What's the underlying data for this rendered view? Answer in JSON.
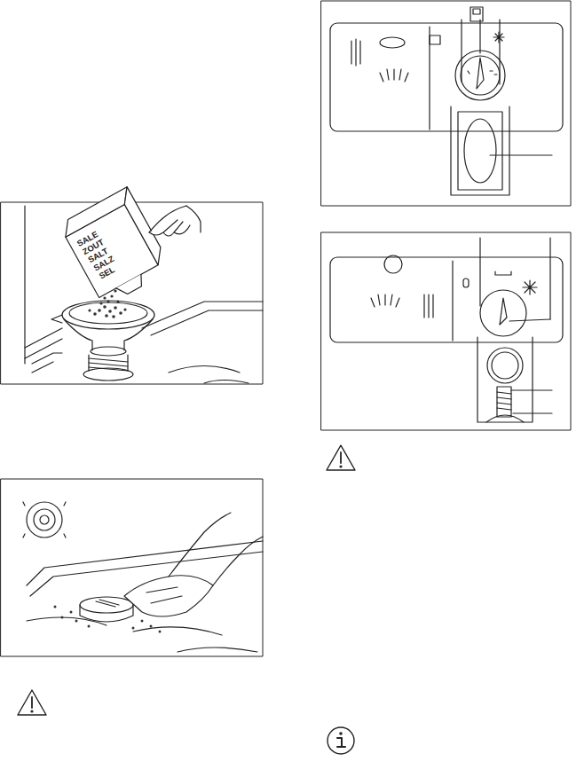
{
  "diagram": {
    "labels": [
      "SALE",
      "ZOUT",
      "SALT",
      "SALZ",
      "SEL"
    ]
  }
}
